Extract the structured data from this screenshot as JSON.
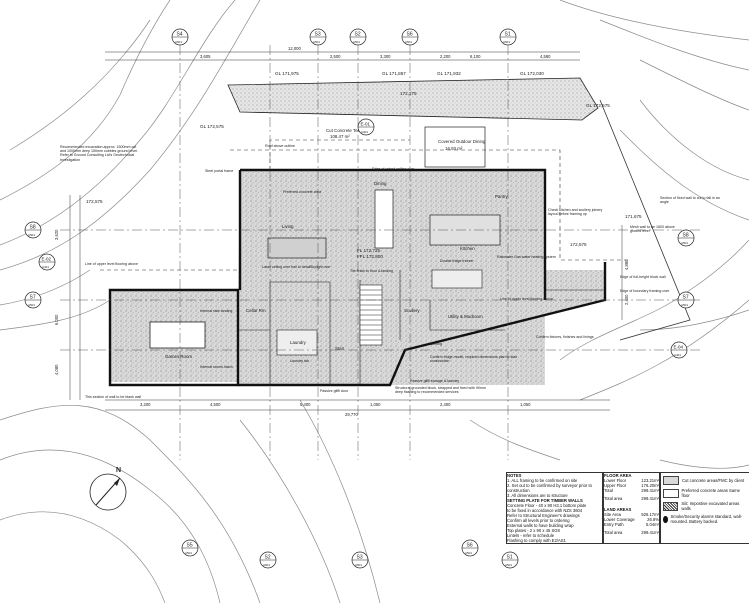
{
  "sections": {
    "s4_top": {
      "id": "S4",
      "sheet": "A501"
    },
    "s3_top": {
      "id": "S3",
      "sheet": "A501"
    },
    "s2_top": {
      "id": "S2",
      "sheet": "A501"
    },
    "s6_top": {
      "id": "S6",
      "sheet": "A501"
    },
    "s1_top": {
      "id": "S1",
      "sheet": "A501"
    },
    "s5_bottom": {
      "id": "S5",
      "sheet": "A501"
    },
    "s2_bottom": {
      "id": "S2",
      "sheet": "A501"
    },
    "s3_bottom": {
      "id": "S3",
      "sheet": "A501"
    },
    "s6_bottom": {
      "id": "S6",
      "sheet": "A501"
    },
    "s1_bottom": {
      "id": "S1",
      "sheet": "A501"
    },
    "s8_left": {
      "id": "S8",
      "sheet": "A501"
    },
    "s7_left": {
      "id": "S7",
      "sheet": "A501"
    },
    "s8_right": {
      "id": "S8",
      "sheet": "A501"
    },
    "s7_right": {
      "id": "S7",
      "sheet": "A501"
    },
    "e01": {
      "id": "E-01",
      "sheet": "A401"
    },
    "e02": {
      "id": "E-02",
      "sheet": "A401"
    },
    "e04": {
      "id": "E-04",
      "sheet": "A401"
    }
  },
  "levels": {
    "gl1": "GL 171,975",
    "gl2": "GL 171,867",
    "gl3": "GL 171,932",
    "gl4": "GL 172,030",
    "gl5": "GL 172,575",
    "gl6": "GL 172,575",
    "fl_main": "FL 172,725",
    "ffl_main": "FFL 172,800",
    "lvl_left": "172,575",
    "lvl_right": "172,575",
    "lvl_mid": "172,275",
    "lvl_far": "171,675"
  },
  "rooms": {
    "covered_deck": "Covered Outdoor Dining",
    "covered_deck_area": "16.93 m²",
    "terrace": "Cut Concrete Terrace",
    "terrace_area": "108.47 m²",
    "games_room": "Games Room",
    "laundry": "Laundry",
    "stair": "Stair",
    "utility": "Utility & Mudroom",
    "kitchen": "Kitchen",
    "pantry": "Pantry",
    "dining": "Dining",
    "living": "Living",
    "scullery": "Scullery",
    "cellar": "Cellar Rm"
  },
  "notes": {
    "n1": "Recommended excavation approx. 1500mm cut and 1000mm deep 150mm cobbles ground level. Refer to Ground Consulting Ltd's Geotechnical Investigation",
    "n2": "Roof above outline",
    "n3": "Steel portal frame",
    "n4": "Edge of raised ceiling over",
    "n5": "Preferred concrete area",
    "n6": "Line of upper level flooring above",
    "n7": "Laser ceiling over hall to detail",
    "n8": "Skylight over",
    "n9": "Tile finish to floor & landing",
    "n10": "Double fridge freezer",
    "n11": "Rainwater Gas water heating system",
    "n12": "Check kitchen and scullery joinery layout before framing up",
    "n13": "Section of fixed wall to cut to fall in an angle",
    "n14": "Mesh wall to be 1800 above ground level",
    "n15": "Edge of full-height block wall",
    "n16": "Edge of boundary framing over",
    "n17": "Internal stair landing",
    "n18": "Confirm fridge model, required dimensions plan to stair construction",
    "n19": "Skirting",
    "n20": "Passive gliffi storage & laundry",
    "n21": "Structural grounded block, strapped and fixed with 90mm deep flashing to recommended services",
    "n22": "This section of wall to be blank wall",
    "n23": "Line of upper level flooring above",
    "n24": "Passive gliffi door",
    "n25": "Laundry tub",
    "n26": "Internal rooms hatch",
    "n27": "Confirm fixtures, finishes and linings"
  },
  "dims": {
    "d_top_1": "12,000",
    "d_top_2": "6,100",
    "d_top_3": "3,605",
    "d_top_4": "2,500",
    "d_top_5": "3,300",
    "d_top_6": "2,200",
    "d_top_7": "4,580",
    "d_bot_total": "29,770",
    "d_bot_1": "3,200",
    "d_bot_2": "4,500",
    "d_bot_3": "5,400",
    "d_bot_4": "1,050",
    "d_bot_5": "2,400",
    "d_bot_6": "1,050",
    "d_left_1": "3,620",
    "d_left_2": "6,000",
    "d_left_3": "4,080",
    "d_right_1": "4,880",
    "d_right_2": "2,400"
  },
  "north": "N",
  "notes_panel": {
    "general_title": "NOTES",
    "general_lines": [
      "1. ALL framing to be confirmed on site",
      "2. Set out to be confirmed by surveyor prior to construction",
      "3. All dimensions are to structure",
      "SETTING PLATE FOR TIMBER WALLS",
      "Concrete Floor - 40 x 90 H3.1 bottom plate",
      "to be fixed in accordance with NZS 3604",
      "Refer to Structural Engineer's drawings",
      "Confirm all levels prior to ordering",
      "External walls to have building wrap",
      "Top plates - 2 x 90 x 45 SG8",
      "Lintels - refer to schedule",
      "Flashing to comply with E2/AS1"
    ],
    "floor_title": "FLOOR AREA",
    "floor_rows": [
      [
        "Lower Floor",
        "123.21m²"
      ],
      [
        "Upper Floor",
        "176.20m²"
      ],
      [
        "Total",
        "299.41m²"
      ]
    ],
    "floor_total_label": "Total area",
    "floor_total": "299.41m²",
    "land_title": "LAND AREAS",
    "land_rows": [
      [
        "Site Area",
        "926.17m²"
      ],
      [
        "Lower Coverage",
        "26.8%"
      ],
      [
        "Entry Path",
        "5.04m²"
      ]
    ],
    "land_total_label": "Total area",
    "land_total": "299.41m²",
    "legend": [
      {
        "label": "Cut concrete areas/FMC by client"
      },
      {
        "label": "Preferred concrete areas Same floor"
      },
      {
        "label": "Siit: Impostive excavated areas walls"
      },
      {
        "label": "Smoke/Security alarms standard, wall-mounted. Battery backed."
      }
    ]
  }
}
